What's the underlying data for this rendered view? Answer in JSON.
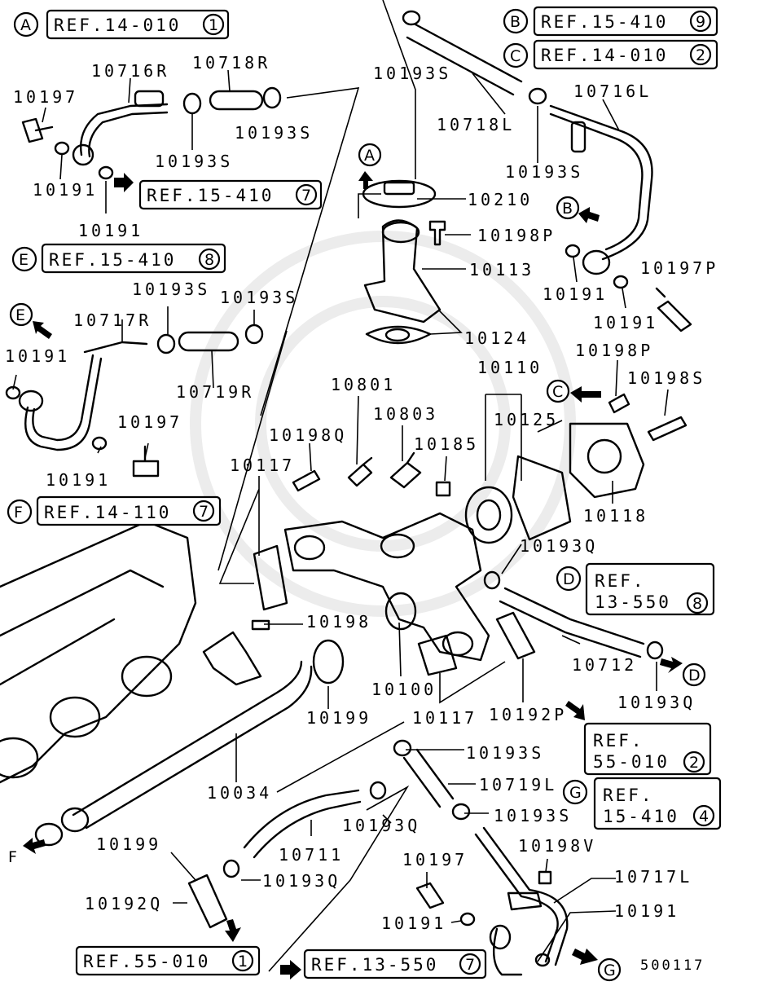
{
  "part_labels": [
    "10716R",
    "10718R",
    "10197",
    "10193S",
    "10191",
    "10193S",
    "10191",
    "10193S",
    "10718L",
    "10716L",
    "10193S",
    "10210",
    "10198P",
    "10113",
    "10191",
    "10191",
    "10197P",
    "10124",
    "10193S",
    "10193S",
    "10717R",
    "10191",
    "10719R",
    "10197",
    "10191",
    "10801",
    "10110",
    "10198P",
    "10198S",
    "10803",
    "10185",
    "10125",
    "10198Q",
    "10117",
    "10118",
    "10193Q",
    "10198",
    "10712",
    "10100",
    "10199",
    "10117",
    "10192P",
    "10193Q",
    "10193S",
    "10719L",
    "10193S",
    "10034",
    "10711",
    "10193Q",
    "10199",
    "10193Q",
    "10197",
    "10198V",
    "10717L",
    "10192Q",
    "10191",
    "10191"
  ],
  "ref_labels": [
    "REF.14-010",
    "REF.15-410",
    "REF.14-010",
    "REF.15-410",
    "REF.15-410",
    "REF.14-110",
    "REF.",
    "13-550",
    "REF.",
    "55-010",
    "REF.",
    "15-410",
    "REF.55-010",
    "REF.13-550"
  ],
  "ref_numbers": [
    "1",
    "9",
    "2",
    "7",
    "8",
    "7",
    "8",
    "2",
    "4",
    "1",
    "7"
  ],
  "callout_letters": [
    "A",
    "B",
    "C",
    "E",
    "F",
    "A",
    "B",
    "E",
    "C",
    "D",
    "D",
    "G",
    "G"
  ],
  "f_arrow_label": "F",
  "diagram_code": "500117"
}
